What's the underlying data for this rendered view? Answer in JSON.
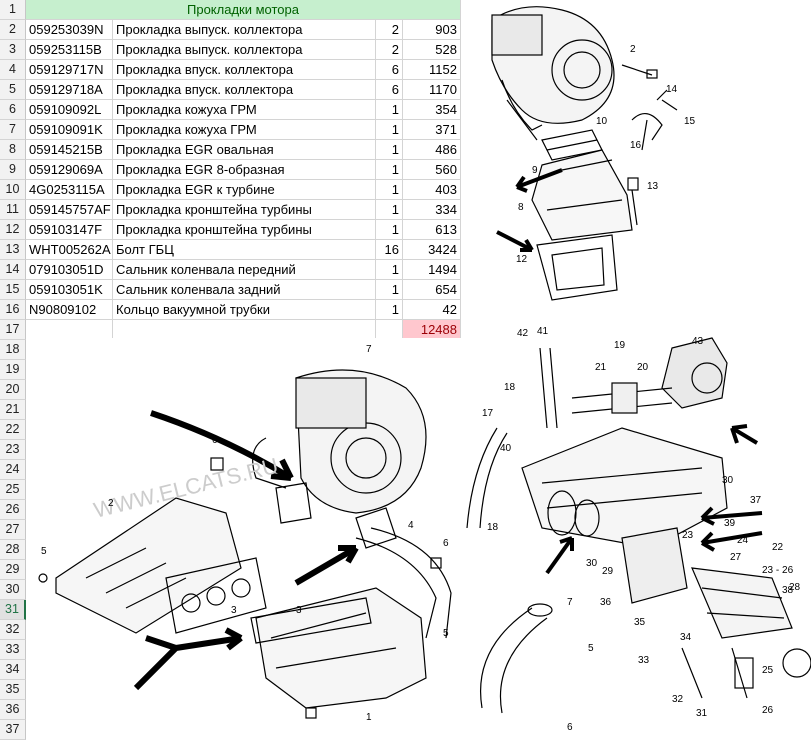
{
  "header": {
    "title": "Прокладки мотора"
  },
  "rows": [
    {
      "part": "059253039N",
      "name": "Прокладка выпуск. коллектора",
      "qty": "2",
      "price": "903"
    },
    {
      "part": "059253115B",
      "name": "Прокладка выпуск. коллектора",
      "qty": "2",
      "price": "528"
    },
    {
      "part": "059129717N",
      "name": "Прокладка впуск. коллектора",
      "qty": "6",
      "price": "1152"
    },
    {
      "part": "059129718A",
      "name": "Прокладка впуск. коллектора",
      "qty": "6",
      "price": "1170"
    },
    {
      "part": "059109092L",
      "name": "Прокладка кожуха ГРМ",
      "qty": "1",
      "price": "354"
    },
    {
      "part": "059109091K",
      "name": "Прокладка кожуха ГРМ",
      "qty": "1",
      "price": "371"
    },
    {
      "part": "059145215B",
      "name": "Прокладка EGR овальная",
      "qty": "1",
      "price": "486"
    },
    {
      "part": "059129069A",
      "name": "Прокладка EGR 8-образная",
      "qty": "1",
      "price": "560"
    },
    {
      "part": "4G0253115A",
      "name": "Прокладка EGR к турбине",
      "qty": "1",
      "price": "403"
    },
    {
      "part": "059145757AF",
      "name": "Прокладка кронштейна турбины",
      "qty": "1",
      "price": "334"
    },
    {
      "part": "059103147F",
      "name": "Прокладка кронштейна турбины",
      "qty": "1",
      "price": "613"
    },
    {
      "part": "WHT005262A",
      "name": "Болт ГБЦ",
      "qty": "16",
      "price": "3424"
    },
    {
      "part": "079103051D",
      "name": "Сальник коленвала передний",
      "qty": "1",
      "price": "1494"
    },
    {
      "part": "059103051K",
      "name": "Сальник коленвала задний",
      "qty": "1",
      "price": "654"
    },
    {
      "part": "N90809102",
      "name": "Кольцо вакуумной трубки",
      "qty": "1",
      "price": "42"
    }
  ],
  "total": "12488",
  "row_numbers": [
    "1",
    "2",
    "3",
    "4",
    "5",
    "6",
    "7",
    "8",
    "9",
    "10",
    "11",
    "12",
    "13",
    "14",
    "15",
    "16",
    "17",
    "18",
    "19",
    "20",
    "21",
    "22",
    "23",
    "24",
    "25",
    "26",
    "27",
    "28",
    "29",
    "30",
    "31",
    "32",
    "33",
    "34",
    "35",
    "36",
    "37"
  ],
  "active_row": "31",
  "diagram_top_labels": [
    "2",
    "14",
    "15",
    "10",
    "16",
    "9",
    "13",
    "8",
    "12"
  ],
  "diagram_left_labels": [
    "7",
    "6",
    "2",
    "5",
    "4",
    "3",
    "3",
    "1",
    "6",
    "5"
  ],
  "diagram_left_watermark": "WWW.ELCATS.RU",
  "diagram_right_labels": [
    "42",
    "41",
    "19",
    "43",
    "18",
    "21",
    "20",
    "17",
    "40",
    "18",
    "30",
    "37",
    "39",
    "23",
    "22",
    "24",
    "38",
    "29",
    "27",
    "23 - 26",
    "28",
    "36",
    "35",
    "5",
    "7",
    "34",
    "33",
    "32",
    "31",
    "26",
    "25",
    "6",
    "30"
  ],
  "colors": {
    "header_fill": "#c6efce",
    "header_text": "#006100",
    "total_fill": "#ffc7ce",
    "total_text": "#9c0006",
    "active_row": "#217346"
  }
}
